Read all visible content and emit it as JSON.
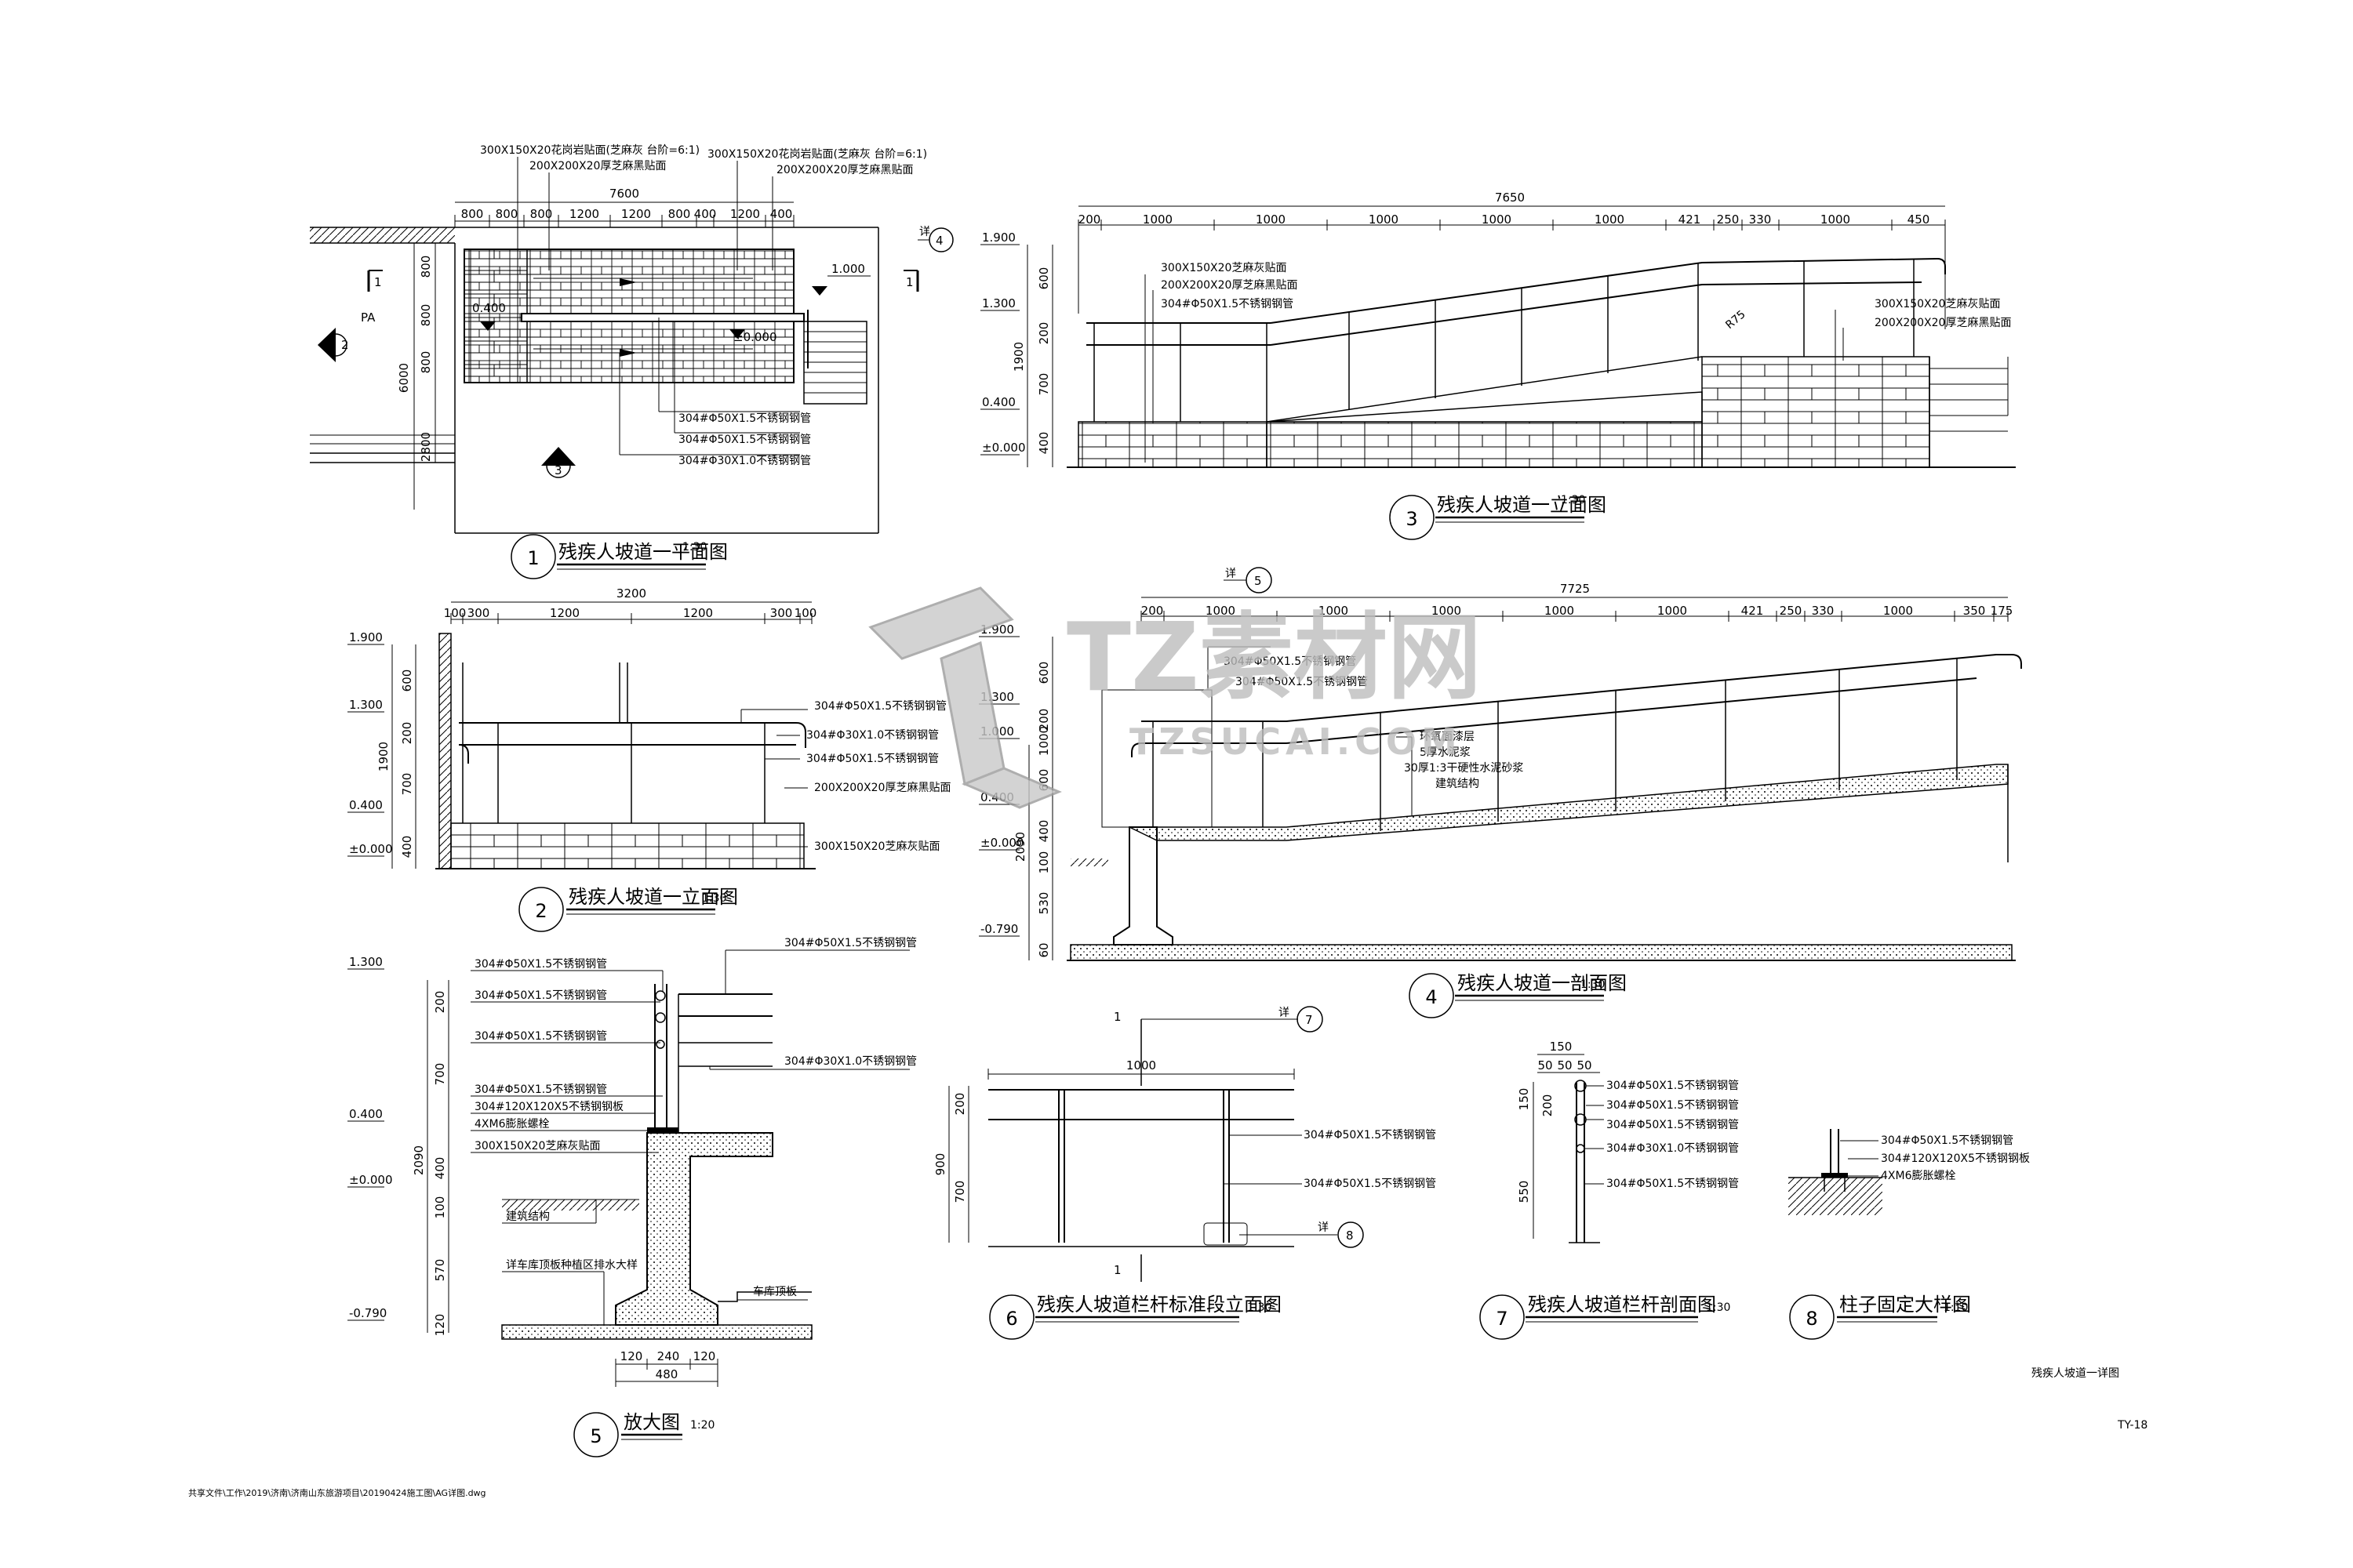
{
  "watermark": {
    "brand": "TZ素材网",
    "site": "TZSUCAI.COM"
  },
  "views": {
    "plan": {
      "title": "残疾人坡道一平面图",
      "number": "1",
      "scale": "1:30",
      "overall": "7600",
      "top_dims": [
        "800",
        "800",
        "800",
        "1200",
        "1200",
        "800",
        "400",
        "1200",
        "400"
      ],
      "left_dims": [
        "800",
        "800",
        "800",
        "6000",
        "2800"
      ],
      "level_1000": "1.000",
      "level_0000": "±0.000",
      "level_0400": "0.400",
      "pa": "PA",
      "labels": [
        "300X150X20花岗岩贴面(芝麻灰 台阶=6:1)",
        "200X200X20厚芝麻黑贴面",
        "300X150X20花岗岩贴面(芝麻灰 台阶=6:1)",
        "200X200X20厚芝麻黑贴面",
        "304#Φ50X1.5不锈钢钢管",
        "304#Φ50X1.5不锈钢钢管",
        "304#Φ30X1.0不锈钢钢管"
      ],
      "ref_a": "4",
      "ref_b": "3",
      "ref_c": "2",
      "cut": "1",
      "detail_ref": "详"
    },
    "elev3": {
      "title": "残疾人坡道一立面图",
      "number": "3",
      "scale": "1:30",
      "overall": "7650",
      "top_dims": [
        "200",
        "1000",
        "1000",
        "1000",
        "1000",
        "1000",
        "421",
        "250",
        "330",
        "1000",
        "450"
      ],
      "levels": [
        "1.900",
        "1.300",
        "0.400",
        "±0.000"
      ],
      "left_dims": [
        "600",
        "200",
        "1900",
        "700",
        "400"
      ],
      "labels": [
        "300X150X20芝麻灰贴面",
        "200X200X20厚芝麻黑贴面",
        "304#Φ50X1.5不锈钢钢管",
        "300X150X20芝麻灰贴面",
        "200X200X20厚芝麻黑贴面"
      ],
      "r75": "R75"
    },
    "elev2": {
      "title": "残疾人坡道一立面图",
      "number": "2",
      "scale": "1:30",
      "overall": "3200",
      "top_dims": [
        "100",
        "300",
        "1200",
        "1200",
        "300",
        "100"
      ],
      "levels": [
        "1.900",
        "1.300",
        "0.400",
        "±0.000"
      ],
      "left_dims": [
        "600",
        "200",
        "1900",
        "700",
        "400"
      ],
      "labels": [
        "304#Φ50X1.5不锈钢钢管",
        "304#Φ30X1.0不锈钢钢管",
        "304#Φ50X1.5不锈钢钢管",
        "200X200X20厚芝麻黑贴面",
        "300X150X20芝麻灰贴面"
      ]
    },
    "sect4": {
      "title": "残疾人坡道一剖面图",
      "number": "4",
      "scale": "1:30",
      "overall": "7725",
      "top_dims": [
        "200",
        "1000",
        "1000",
        "1000",
        "1000",
        "1000",
        "421",
        "250",
        "330",
        "1000",
        "350",
        "175"
      ],
      "levels": [
        "1.900",
        "1.300",
        "1.000",
        "0.400",
        "±0.000",
        "-0.790"
      ],
      "left_dims": [
        "600",
        "200",
        "1000",
        "600",
        "2090",
        "400",
        "100",
        "530",
        "60"
      ],
      "labels": [
        "304#Φ50X1.5不锈钢钢管",
        "304#Φ50X1.5不锈钢钢管",
        "环氧面漆层",
        "5厚水泥浆",
        "30厚1:3干硬性水泥砂浆",
        "建筑结构"
      ],
      "ref": "5",
      "detail_ref": "详"
    },
    "detail5": {
      "title": "放大图",
      "number": "5",
      "scale": "1:20",
      "levels": [
        "1.300",
        "0.400",
        "±0.000",
        "-0.790"
      ],
      "left_dims": [
        "200",
        "700",
        "2090",
        "400",
        "100",
        "570",
        "120"
      ],
      "bottom_dims": [
        "120",
        "240",
        "120",
        "480"
      ],
      "labels": [
        "304#Φ50X1.5不锈钢钢管",
        "304#Φ50X1.5不锈钢钢管",
        "304#Φ50X1.5不锈钢钢管",
        "304#Φ50X1.5不锈钢钢管",
        "304#120X120X5不锈钢钢板",
        "4XM6膨胀螺栓",
        "300X150X20芝麻灰贴面",
        "建筑结构",
        "详车库顶板种植区排水大样",
        "车库顶板"
      ],
      "right_labels": [
        "304#Φ50X1.5不锈钢钢管",
        "304#Φ30X1.0不锈钢钢管"
      ]
    },
    "detail6": {
      "title": "残疾人坡道栏杆标准段立面图",
      "number": "6",
      "scale": "1:30",
      "top_dim": "1000",
      "left_dims": [
        "200",
        "900",
        "700"
      ],
      "labels": [
        "304#Φ50X1.5不锈钢钢管",
        "304#Φ50X1.5不锈钢钢管"
      ],
      "ref_7": "7",
      "ref_8": "8",
      "cut": "1",
      "detail_ref": "详"
    },
    "detail7": {
      "title": "残疾人坡道栏杆剖面图",
      "number": "7",
      "scale": "1:30",
      "top_dims": [
        "150",
        "50",
        "50",
        "50"
      ],
      "left_dims": [
        "150",
        "200",
        "550"
      ],
      "labels": [
        "304#Φ50X1.5不锈钢钢管",
        "304#Φ50X1.5不锈钢钢管",
        "304#Φ50X1.5不锈钢钢管",
        "304#Φ30X1.0不锈钢钢管",
        "304#Φ50X1.5不锈钢钢管"
      ]
    },
    "detail8": {
      "title": "柱子固定大样图",
      "number": "8",
      "scale": "1:10",
      "labels": [
        "304#Φ50X1.5不锈钢钢管",
        "304#120X120X5不锈钢钢板",
        "4XM6膨胀螺栓"
      ]
    }
  },
  "footer": {
    "sheet_name": "残疾人坡道一详图",
    "sheet_no": "TY-18",
    "file_path": "共享文件\\工作\\2019\\济南\\济南山东旅游项目\\20190424施工图\\AG详图.dwg"
  }
}
